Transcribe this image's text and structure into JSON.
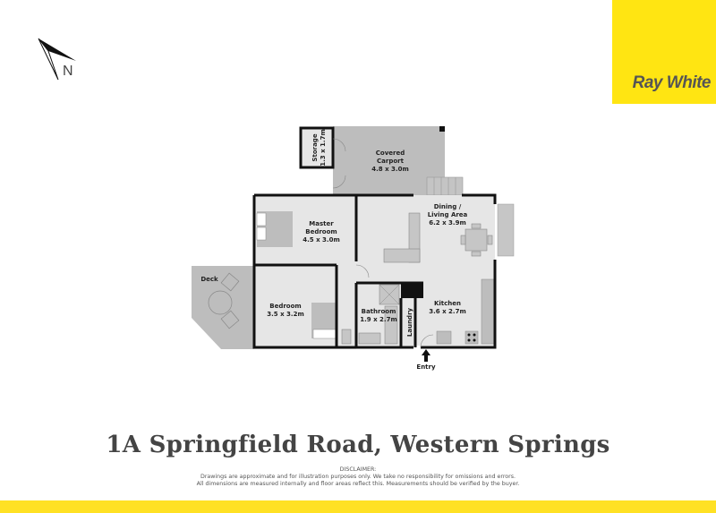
{
  "brand": {
    "name": "Ray White",
    "color": "#ffe512",
    "text_color": "#555555"
  },
  "compass": {
    "label": "N"
  },
  "floorplan": {
    "rooms": [
      {
        "id": "storage",
        "name": "Storage",
        "dims": "1.3 x 1.7m"
      },
      {
        "id": "carport",
        "name": "Covered",
        "name2": "Carport",
        "dims": "4.8 x 3.0m"
      },
      {
        "id": "master",
        "name": "Master",
        "name2": "Bedroom",
        "dims": "4.5 x 3.0m"
      },
      {
        "id": "dining",
        "name": "Dining /",
        "name2": "Living Area",
        "dims": "6.2 x 3.9m"
      },
      {
        "id": "deck",
        "name": "Deck"
      },
      {
        "id": "bedroom",
        "name": "Bedroom",
        "dims": "3.5 x 3.2m"
      },
      {
        "id": "bathroom",
        "name": "Bathroom",
        "dims": "1.9 x 2.7m"
      },
      {
        "id": "laundry",
        "name": "Laundry"
      },
      {
        "id": "kitchen",
        "name": "Kitchen",
        "dims": "3.6 x 2.7m"
      }
    ],
    "entry_label": "Entry",
    "colors": {
      "interior": "#e6e6e6",
      "exterior": "#bdbdbd",
      "wall": "#111111",
      "furniture": "#bfbfbf"
    }
  },
  "title": "1A Springfield Road, Western Springs",
  "disclaimer": {
    "heading": "DISCLAIMER:",
    "line1": "Drawings are approximate and for illustration purposes only. We take no responsibility for omissions and errors.",
    "line2": "All dimensions are measured internally and floor areas reflect this. Measurements should be verified by the buyer."
  }
}
